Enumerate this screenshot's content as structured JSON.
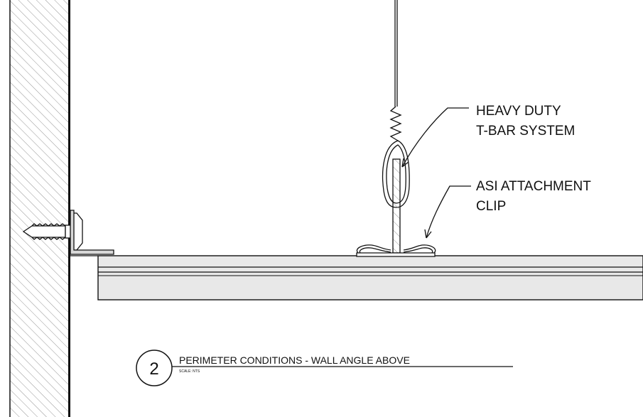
{
  "callouts": {
    "tbar_line1": "HEAVY DUTY",
    "tbar_line2": "T-BAR SYSTEM",
    "clip_line1": "ASI ATTACHMENT",
    "clip_line2": "CLIP"
  },
  "detail": {
    "number": "2",
    "title": "PERIMETER CONDITIONS - WALL ANGLE ABOVE",
    "scale": "SCALE: NTS"
  },
  "colors": {
    "line": "#111111",
    "hatch": "#8a8a8a",
    "panel_fill": "#e8e8e8",
    "background": "#ffffff"
  }
}
